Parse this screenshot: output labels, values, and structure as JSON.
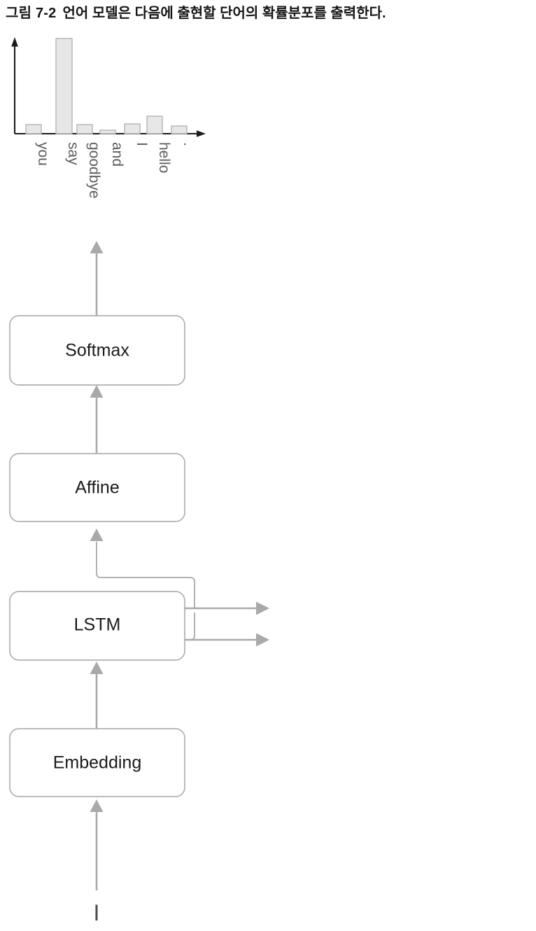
{
  "caption": {
    "number": "그림 7-2",
    "text": "언어 모델은 다음에 출현할 단어의 확률분포를 출력한다."
  },
  "chart_data": {
    "type": "bar",
    "title": "",
    "xlabel": "",
    "ylabel": "",
    "categories": [
      "you",
      "say",
      "goodbye",
      "and",
      "I",
      "hello",
      "."
    ],
    "values": [
      0.095,
      1.0,
      0.095,
      0.037,
      0.104,
      0.185,
      0.082
    ],
    "ylim": [
      0,
      1.0
    ],
    "grid": false,
    "legend": null,
    "bar_fill": "#e7e7e7",
    "bar_stroke": "#b4b4b4",
    "axis_color": "#1b1b1b",
    "tick_label_color": "#5d5d5d",
    "tick_label_rotation": -90
  },
  "diagram": {
    "nodes": [
      {
        "id": "softmax",
        "label": "Softmax"
      },
      {
        "id": "affine",
        "label": "Affine"
      },
      {
        "id": "lstm",
        "label": "LSTM"
      },
      {
        "id": "embedding",
        "label": "Embedding"
      }
    ],
    "input_token": "I",
    "line_color": "#a9a9a9",
    "box_stroke": "#b0b0b0",
    "box_fill": "#ffffff"
  }
}
